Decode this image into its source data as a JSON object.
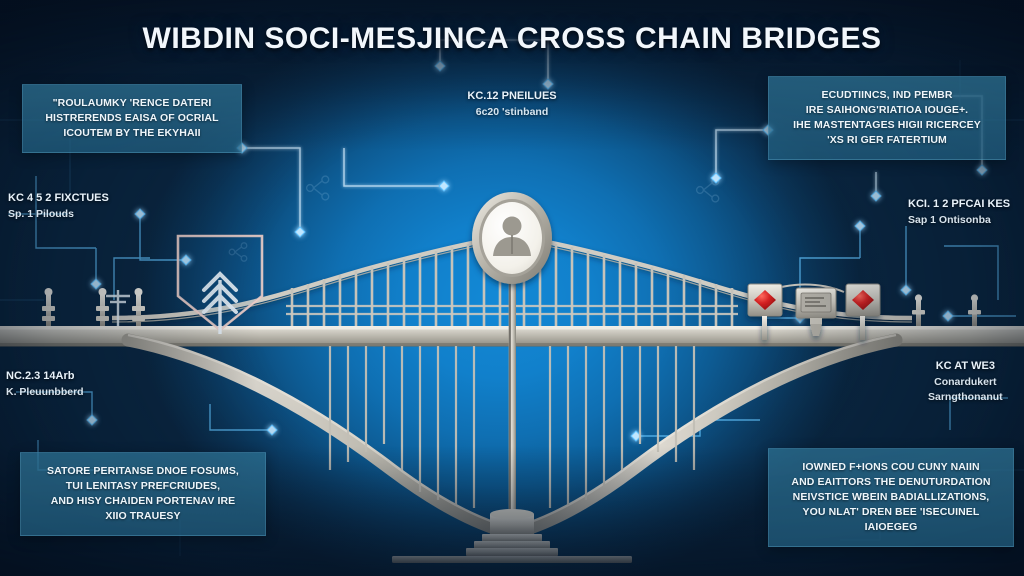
{
  "page": {
    "title": "WIBDIN SOCI-MESJINCA CROSS CHAIN BRIDGES",
    "background_color": "#0a2742",
    "glow_color": "#1389d6",
    "accent_color": "#3fa9f5",
    "callout_fill": "#2e7496",
    "signal_red": "#cc1b1b",
    "metal_color": "#c9c6bd"
  },
  "callouts": {
    "top_left": {
      "name": "top-left-callout",
      "lines": [
        "\"ROULAUMKY 'RENCE DATERI",
        "HISTRERENDS EAISA OF OCRIAL",
        "ICOUTEM BY THE EKYHAII"
      ]
    },
    "top_right": {
      "name": "top-right-callout",
      "lines": [
        "ECUDTIINCS, IND PEMBR",
        "IRE SAIHONG'RIATIOA IOUGE+.",
        "IHE MASTENTAGES HIGII RICERCEY",
        "'XS RI GER FATERTIUM"
      ]
    },
    "bottom_left": {
      "name": "bottom-left-callout",
      "lines": [
        "SATORE PERITANSE DNOE FOSUMS,",
        "TUI LENITASY PREFCRIUDES,",
        "AND HISY CHAIDEN PORTENAV IRE",
        "XIIO TRAUESY"
      ]
    },
    "bottom_right": {
      "name": "bottom-right-callout",
      "lines": [
        "IOWNED F+IONS COU CUNY NAIIN",
        "AND EAITTORS THE DENUTURDATION",
        "NEIVSTICE WBEIN BADIALLIZATIONS,",
        "YOU NLAT' DREN BEE 'ISECUINEL",
        "IAIOEGEG"
      ]
    }
  },
  "labels": {
    "top_center": {
      "name": "top-center-label",
      "line1": "KC.12 PNEILUES",
      "line2": "6c20 'stinband"
    },
    "left_upper": {
      "name": "left-upper-label",
      "line1": "KC 4 5 2 FIXCTUES",
      "line2": "Sp. 1 Pilouds"
    },
    "right_upper": {
      "name": "right-upper-label",
      "line1": "KCI. 1 2 PFCAI KES",
      "line2": "Sap 1 Ontisonba"
    },
    "left_lower": {
      "name": "left-lower-label",
      "line1": "NC.2.3 14Arb",
      "line2": "K. Pleuunbberd"
    },
    "right_lower": {
      "name": "right-lower-label",
      "line1": "KC AT WE3",
      "line2": "Conardukert",
      "line3": "Sarngthonanut"
    }
  },
  "icons": {
    "apex_medallion": "user-avatar-icon",
    "shield": "shield-security-icon",
    "shield_inner": "chevron-up-arrow-icon",
    "signal_left": "red-diamond-signal-icon",
    "signal_right": "red-diamond-signal-icon",
    "meter": "meter-display-icon",
    "lamp_post": "lamp-post-icon",
    "circuit_node": "circuit-node-diamond-icon"
  }
}
